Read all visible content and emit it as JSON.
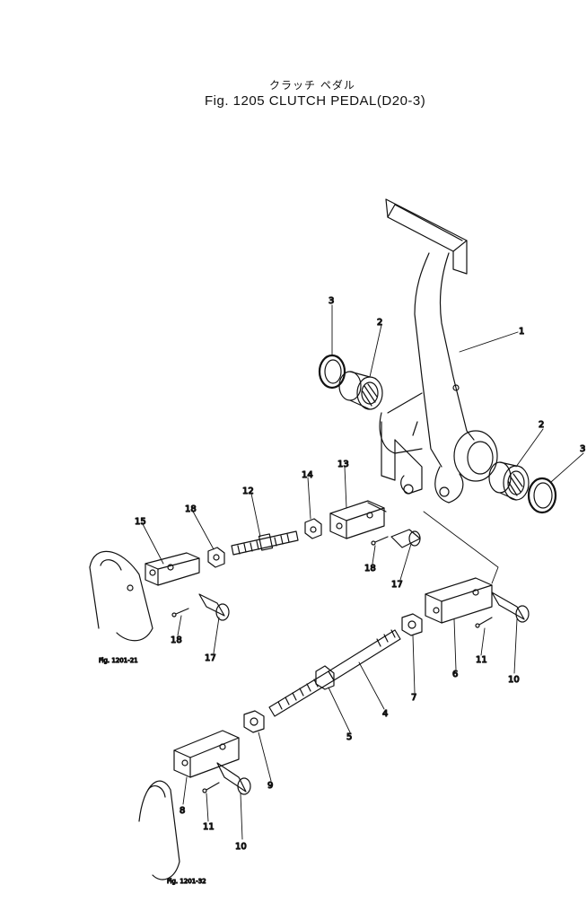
{
  "header": {
    "subtitle_jp": "クラッチ ペダル",
    "title": "Fig. 1205  CLUTCH PEDAL(D20-3)"
  },
  "callouts": [
    {
      "id": "c1",
      "label": "1"
    },
    {
      "id": "c2a",
      "label": "2"
    },
    {
      "id": "c2b",
      "label": "2"
    },
    {
      "id": "c3a",
      "label": "3"
    },
    {
      "id": "c3b",
      "label": "3"
    },
    {
      "id": "c4",
      "label": "4"
    },
    {
      "id": "c5",
      "label": "5"
    },
    {
      "id": "c6",
      "label": "6"
    },
    {
      "id": "c7",
      "label": "7"
    },
    {
      "id": "c8",
      "label": "8"
    },
    {
      "id": "c9",
      "label": "9"
    },
    {
      "id": "c10a",
      "label": "10"
    },
    {
      "id": "c10b",
      "label": "10"
    },
    {
      "id": "c11a",
      "label": "11"
    },
    {
      "id": "c11b",
      "label": "11"
    },
    {
      "id": "c12",
      "label": "12"
    },
    {
      "id": "c13",
      "label": "13"
    },
    {
      "id": "c14",
      "label": "14"
    },
    {
      "id": "c15",
      "label": "15"
    },
    {
      "id": "c17a",
      "label": "17"
    },
    {
      "id": "c17b",
      "label": "17"
    },
    {
      "id": "c18a",
      "label": "18"
    },
    {
      "id": "c18b",
      "label": "18"
    },
    {
      "id": "c18c",
      "label": "18"
    }
  ],
  "references": {
    "ref1": "Fig. 1201-21",
    "ref2": "Fig. 1201-32"
  }
}
